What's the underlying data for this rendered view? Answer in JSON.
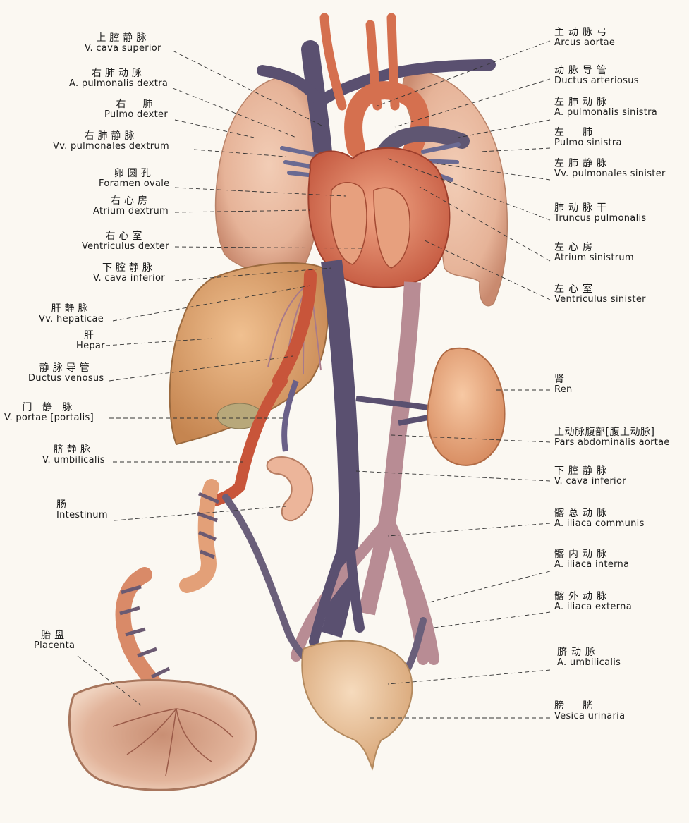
{
  "labels": [
    {
      "id": "v-cava-superior",
      "zh": "上腔静脉",
      "la": "V. cava superior"
    },
    {
      "id": "a-pulmonalis-dextra",
      "zh": "右肺动脉",
      "la": "A. pulmonalis dextra"
    },
    {
      "id": "pulmo-dexter",
      "zh": "右　肺",
      "la": "Pulmo dexter"
    },
    {
      "id": "vv-pulmonales-dextrum",
      "zh": "右肺静脉",
      "la": "Vv. pulmonales dextrum"
    },
    {
      "id": "foramen-ovale",
      "zh": "卵圆孔",
      "la": "Foramen ovale"
    },
    {
      "id": "atrium-dextrum",
      "zh": "右心房",
      "la": "Atrium dextrum"
    },
    {
      "id": "ventriculus-dexter",
      "zh": "右心室",
      "la": "Ventriculus dexter"
    },
    {
      "id": "v-cava-inferior-left",
      "zh": "下腔静脉",
      "la": "V. cava inferior"
    },
    {
      "id": "vv-hepaticae",
      "zh": "肝静脉",
      "la": "Vv. hepaticae"
    },
    {
      "id": "hepar",
      "zh": "肝",
      "la": "Hepar"
    },
    {
      "id": "ductus-venosus",
      "zh": "静脉导管",
      "la": "Ductus venosus"
    },
    {
      "id": "v-portae",
      "zh": "门 静 脉",
      "la": "V. portae [portalis]"
    },
    {
      "id": "v-umbilicalis",
      "zh": "脐静脉",
      "la": "V. umbilicalis"
    },
    {
      "id": "intestinum",
      "zh": "肠",
      "la": "Intestinum"
    },
    {
      "id": "placenta",
      "zh": "胎盘",
      "la": "Placenta"
    },
    {
      "id": "arcus-aortae",
      "zh": "主动脉弓",
      "la": "Arcus aortae"
    },
    {
      "id": "ductus-arteriosus",
      "zh": "动脉导管",
      "la": "Ductus arteriosus"
    },
    {
      "id": "a-pulmonalis-sinistra",
      "zh": "左肺动脉",
      "la": "A. pulmonalis sinistra"
    },
    {
      "id": "pulmo-sinistra",
      "zh": "左　肺",
      "la": "Pulmo  sinistra"
    },
    {
      "id": "vv-pulmonales-sinister",
      "zh": "左肺静脉",
      "la": "Vv. pulmonales sinister"
    },
    {
      "id": "truncus-pulmonalis",
      "zh": "肺动脉干",
      "la": "Truncus pulmonalis"
    },
    {
      "id": "atrium-sinistrum",
      "zh": "左心房",
      "la": "Atrium sinistrum"
    },
    {
      "id": "ventriculus-sinister",
      "zh": "左心室",
      "la": "Ventriculus sinister"
    },
    {
      "id": "ren",
      "zh": "肾",
      "la": "Ren"
    },
    {
      "id": "pars-abdominalis-aortae",
      "zh": "主动脉腹部[腹主动脉]",
      "la": "Pars abdominalis aortae"
    },
    {
      "id": "v-cava-inferior-right",
      "zh": "下腔静脉",
      "la": "V. cava inferior"
    },
    {
      "id": "a-iliaca-communis",
      "zh": "髂总动脉",
      "la": "A. iliaca communis"
    },
    {
      "id": "a-iliaca-interna",
      "zh": "髂内动脉",
      "la": "A. iliaca interna"
    },
    {
      "id": "a-iliaca-externa",
      "zh": "髂外动脉",
      "la": "A. iliaca externa"
    },
    {
      "id": "a-umbilicalis",
      "zh": "脐动脉",
      "la": "A. umbilicalis"
    },
    {
      "id": "vesica-urinaria",
      "zh": "膀　胱",
      "la": "Vesica urinaria"
    }
  ],
  "colors": {
    "background": "#fbf8f2",
    "lung": "#e8b79d",
    "heart": "#d9785a",
    "liver": "#d9a06e",
    "vein": "#5a5070",
    "artery": "#b88c94",
    "umbilical_vein": "#c8553a",
    "kidney": "#eaa27a",
    "bladder": "#e9c199",
    "placenta": "#d9a98f",
    "leader_line": "#333333"
  }
}
